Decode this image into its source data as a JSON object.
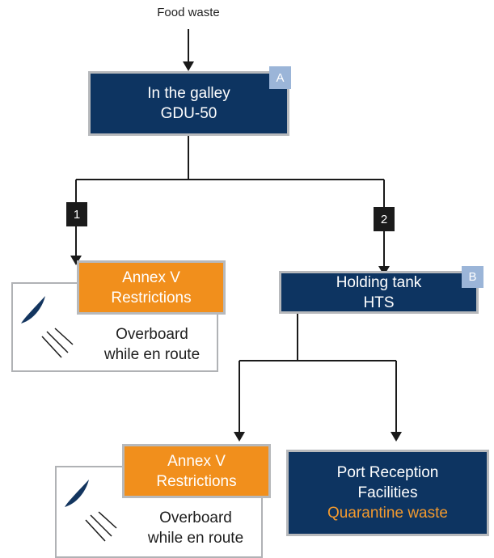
{
  "input_label": "Food waste",
  "galley": {
    "line1": "In the galley",
    "line2": "GDU-50",
    "tag": "A"
  },
  "branch_1": {
    "number": "1"
  },
  "branch_2": {
    "number": "2"
  },
  "annex_top": {
    "line1": "Annex V",
    "line2": "Restrictions",
    "overboard_line1": "Overboard",
    "overboard_line2": "while en route"
  },
  "holding": {
    "line1": "Holding tank",
    "line2": "HTS",
    "tag": "B"
  },
  "annex_bottom": {
    "line1": "Annex V",
    "line2": "Restrictions",
    "overboard_line1": "Overboard",
    "overboard_line2": "while en route"
  },
  "port": {
    "line1": "Port Reception",
    "line2": "Facilities",
    "line3": "Quarantine waste"
  },
  "colors": {
    "navy": "#0d3461",
    "orange": "#f18f1c",
    "tag_blue": "#9bb5d8",
    "border_gray": "#b7b9bc",
    "number_black": "#1b1b1b",
    "quarantine_orange": "#f39a2e"
  },
  "icons": [
    "scoop-icon",
    "spray-lines-icon"
  ]
}
